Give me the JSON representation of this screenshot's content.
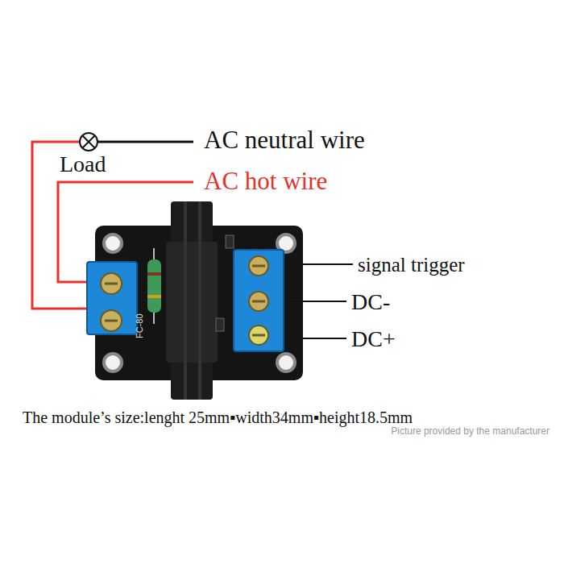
{
  "diagram": {
    "caption": "The module’s size:lenght 25mm▪width34mm▪height18.5mm",
    "labels": [
      "Load",
      "AC neutral wire",
      "AC hot wire",
      "signal trigger",
      "DC-",
      "DC+",
      "FC-80",
      "Picture provided by the manufacturer"
    ]
  }
}
